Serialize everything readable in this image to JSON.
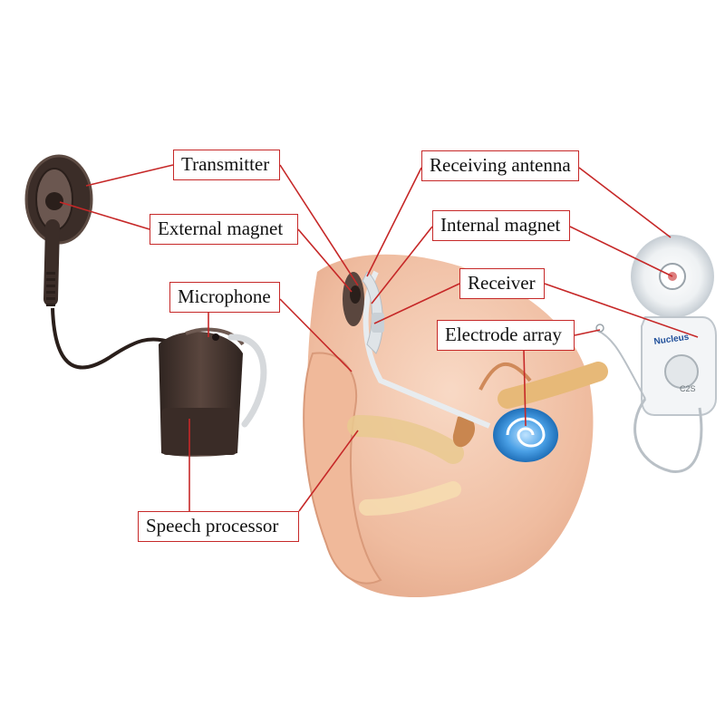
{
  "labels": {
    "transmitter": "Transmitter",
    "external_magnet": "External magnet",
    "microphone": "Microphone",
    "speech_processor": "Speech processor",
    "receiving_antenna": "Receiving antenna",
    "internal_magnet": "Internal magnet",
    "receiver": "Receiver",
    "electrode_array": "Electrode array"
  },
  "implant_brand": "Nucleus",
  "implant_model": "C2S",
  "colors": {
    "callout_border": "#c62828",
    "leader_line": "#c62828",
    "device_body": "#4a3a34",
    "skin": "#f2c2a4",
    "cochlea": "#3a8fd8",
    "implant_silicone": "#e8ecef"
  }
}
